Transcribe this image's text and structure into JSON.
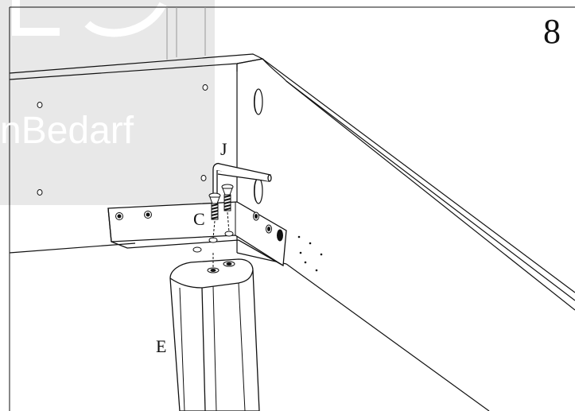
{
  "watermark": {
    "text": "nBedarf"
  },
  "step": {
    "number": "8"
  },
  "parts": {
    "j": "J",
    "c": "C",
    "e": "E"
  },
  "colors": {
    "line": "#111111",
    "watermark_fill": "#e8e8e8",
    "watermark_text": "#ffffff",
    "background": "#ffffff"
  }
}
